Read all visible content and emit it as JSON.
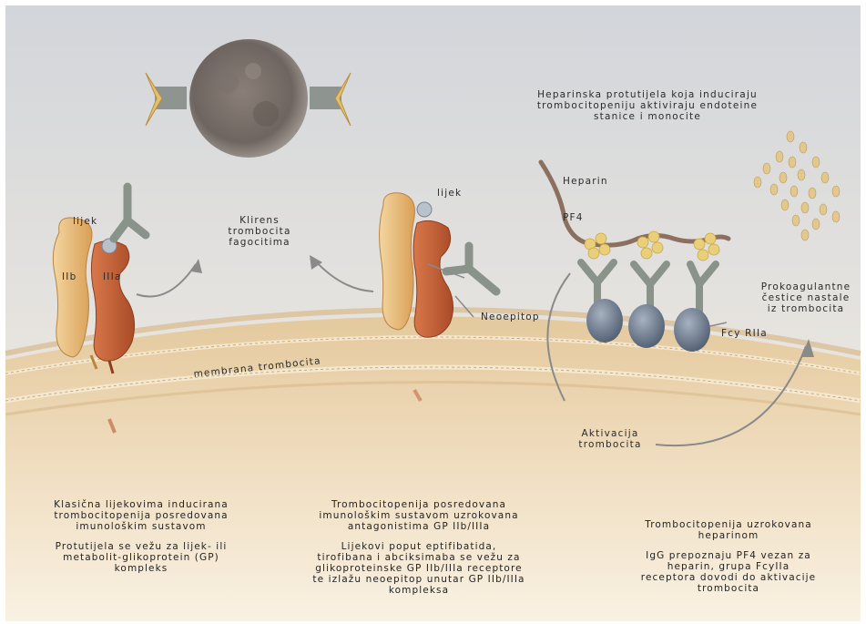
{
  "labels": {
    "lijek_left": "lijek",
    "iib": "IIb",
    "iiia": "IIIa",
    "klirens": "Klirens\ntrombocita\nfagocitima",
    "lijek_mid": "lijek",
    "neoepitop": "Neoepitop",
    "heparinska": "Heparinska protutijela koja induciraju\ntrombocitopeniju aktiviraju endoteine\nstanice i monocite",
    "heparin": "Heparin",
    "pf4": "PF4",
    "prokoagulantne": "Prokoagulantne\nčestice nastale\niz trombocita",
    "fcy": "Fcy RIIa",
    "membrana": "membrana trombocita",
    "aktivacija": "Aktivacija\ntrombocita"
  },
  "captions": [
    {
      "title": "Klasična lijekovima inducirana\ntrombocitopenija posredovana\nimunološkim sustavom",
      "desc": "Protutijela se vežu za lijek- ili\nmetabolit-glikoprotein (GP)\nkompleks"
    },
    {
      "title": "Trombocitopenija posredovana\nimunološkim sustavom uzrokovana\nantagonistima GP IIb/IIIa",
      "desc": "Lijekovi poput eptifibatida,\ntirofibana i abciksimaba se vežu za\nglikoproteinske GP IIb/IIIa receptore\nte izlažu neoepitop unutar GP IIb/IIIa\nkompleksa"
    },
    {
      "title": "Trombocitopenija uzrokovana\nheparinom",
      "desc": "IgG prepoznaju PF4 vezan za\nheparin, grupa FcyIIa\nreceptora dovodi do aktivacije\ntrombocita"
    }
  ],
  "colors": {
    "sky_top": "#d3d6da",
    "sky_bottom": "#eae4d8",
    "membrane": "#ddc39a",
    "cytoplasm": "#ecd7b6",
    "gp_iib": "#e8b870",
    "gp_iiia": "#c8643a",
    "antibody": "#8a938a",
    "receptor_ball": "#6c7a8c",
    "pf4": "#e9cf7a",
    "particle": "#e2c88e"
  }
}
